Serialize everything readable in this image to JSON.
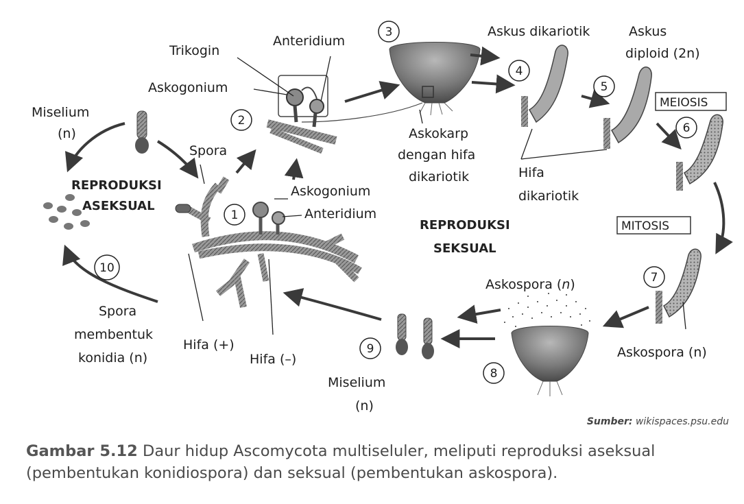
{
  "labels": {
    "miselium_top": "Miselium",
    "miselium_top_n": "(n)",
    "trikogin": "Trikogin",
    "anteridium_top": "Anteridium",
    "askogonium_top": "Askogonium",
    "askus_dikariotik": "Askus dikariotik",
    "askus_diploid_1": "Askus",
    "askus_diploid_2": "diploid (2n)",
    "meiosis": "MEIOSIS",
    "spora": "Spora",
    "askokarp_1": "Askokarp",
    "askokarp_2": "dengan hifa",
    "askokarp_3": "dikariotik",
    "hifa_dik_1": "Hifa",
    "hifa_dik_2": "dikariotik",
    "reproduksi_aseksual_1": "REPRODUKSI",
    "reproduksi_aseksual_2": "ASEKSUAL",
    "askogonium_mid": "Askogonium",
    "anteridium_mid": "Anteridium",
    "reproduksi_seksual_1": "REPRODUKSI",
    "reproduksi_seksual_2": "SEKSUAL",
    "mitosis": "MITOSIS",
    "askospora_top": "Askospora (",
    "askospora_top_n": "n",
    "askospora_top_close": ")",
    "spora_membentuk_1": "Spora",
    "spora_membentuk_2": "membentuk",
    "spora_membentuk_3": "konidia (n)",
    "hifa_plus": "Hifa (+)",
    "hifa_minus": "Hifa (–)",
    "askospora_right": "Askospora (n)",
    "miselium_bottom": "Miselium",
    "miselium_bottom_n": "(n)"
  },
  "steps": [
    "1",
    "2",
    "3",
    "4",
    "5",
    "6",
    "7",
    "8",
    "9",
    "10"
  ],
  "source": {
    "label": "Sumber:",
    "value": "wikispaces.psu.edu"
  },
  "caption": {
    "label": "Gambar 5.12",
    "text": "Daur hidup Ascomycota multiseluler, meliputi reproduksi aseksual (pembentukan konidiospora) dan seksual (pembentukan askospora)."
  },
  "colors": {
    "hypha": "#8a8a8a",
    "hypha_dark": "#5a5a5a",
    "ascus": "#a9a9a9",
    "arrow": "#3a3a3a",
    "text": "#1d1d1d"
  }
}
